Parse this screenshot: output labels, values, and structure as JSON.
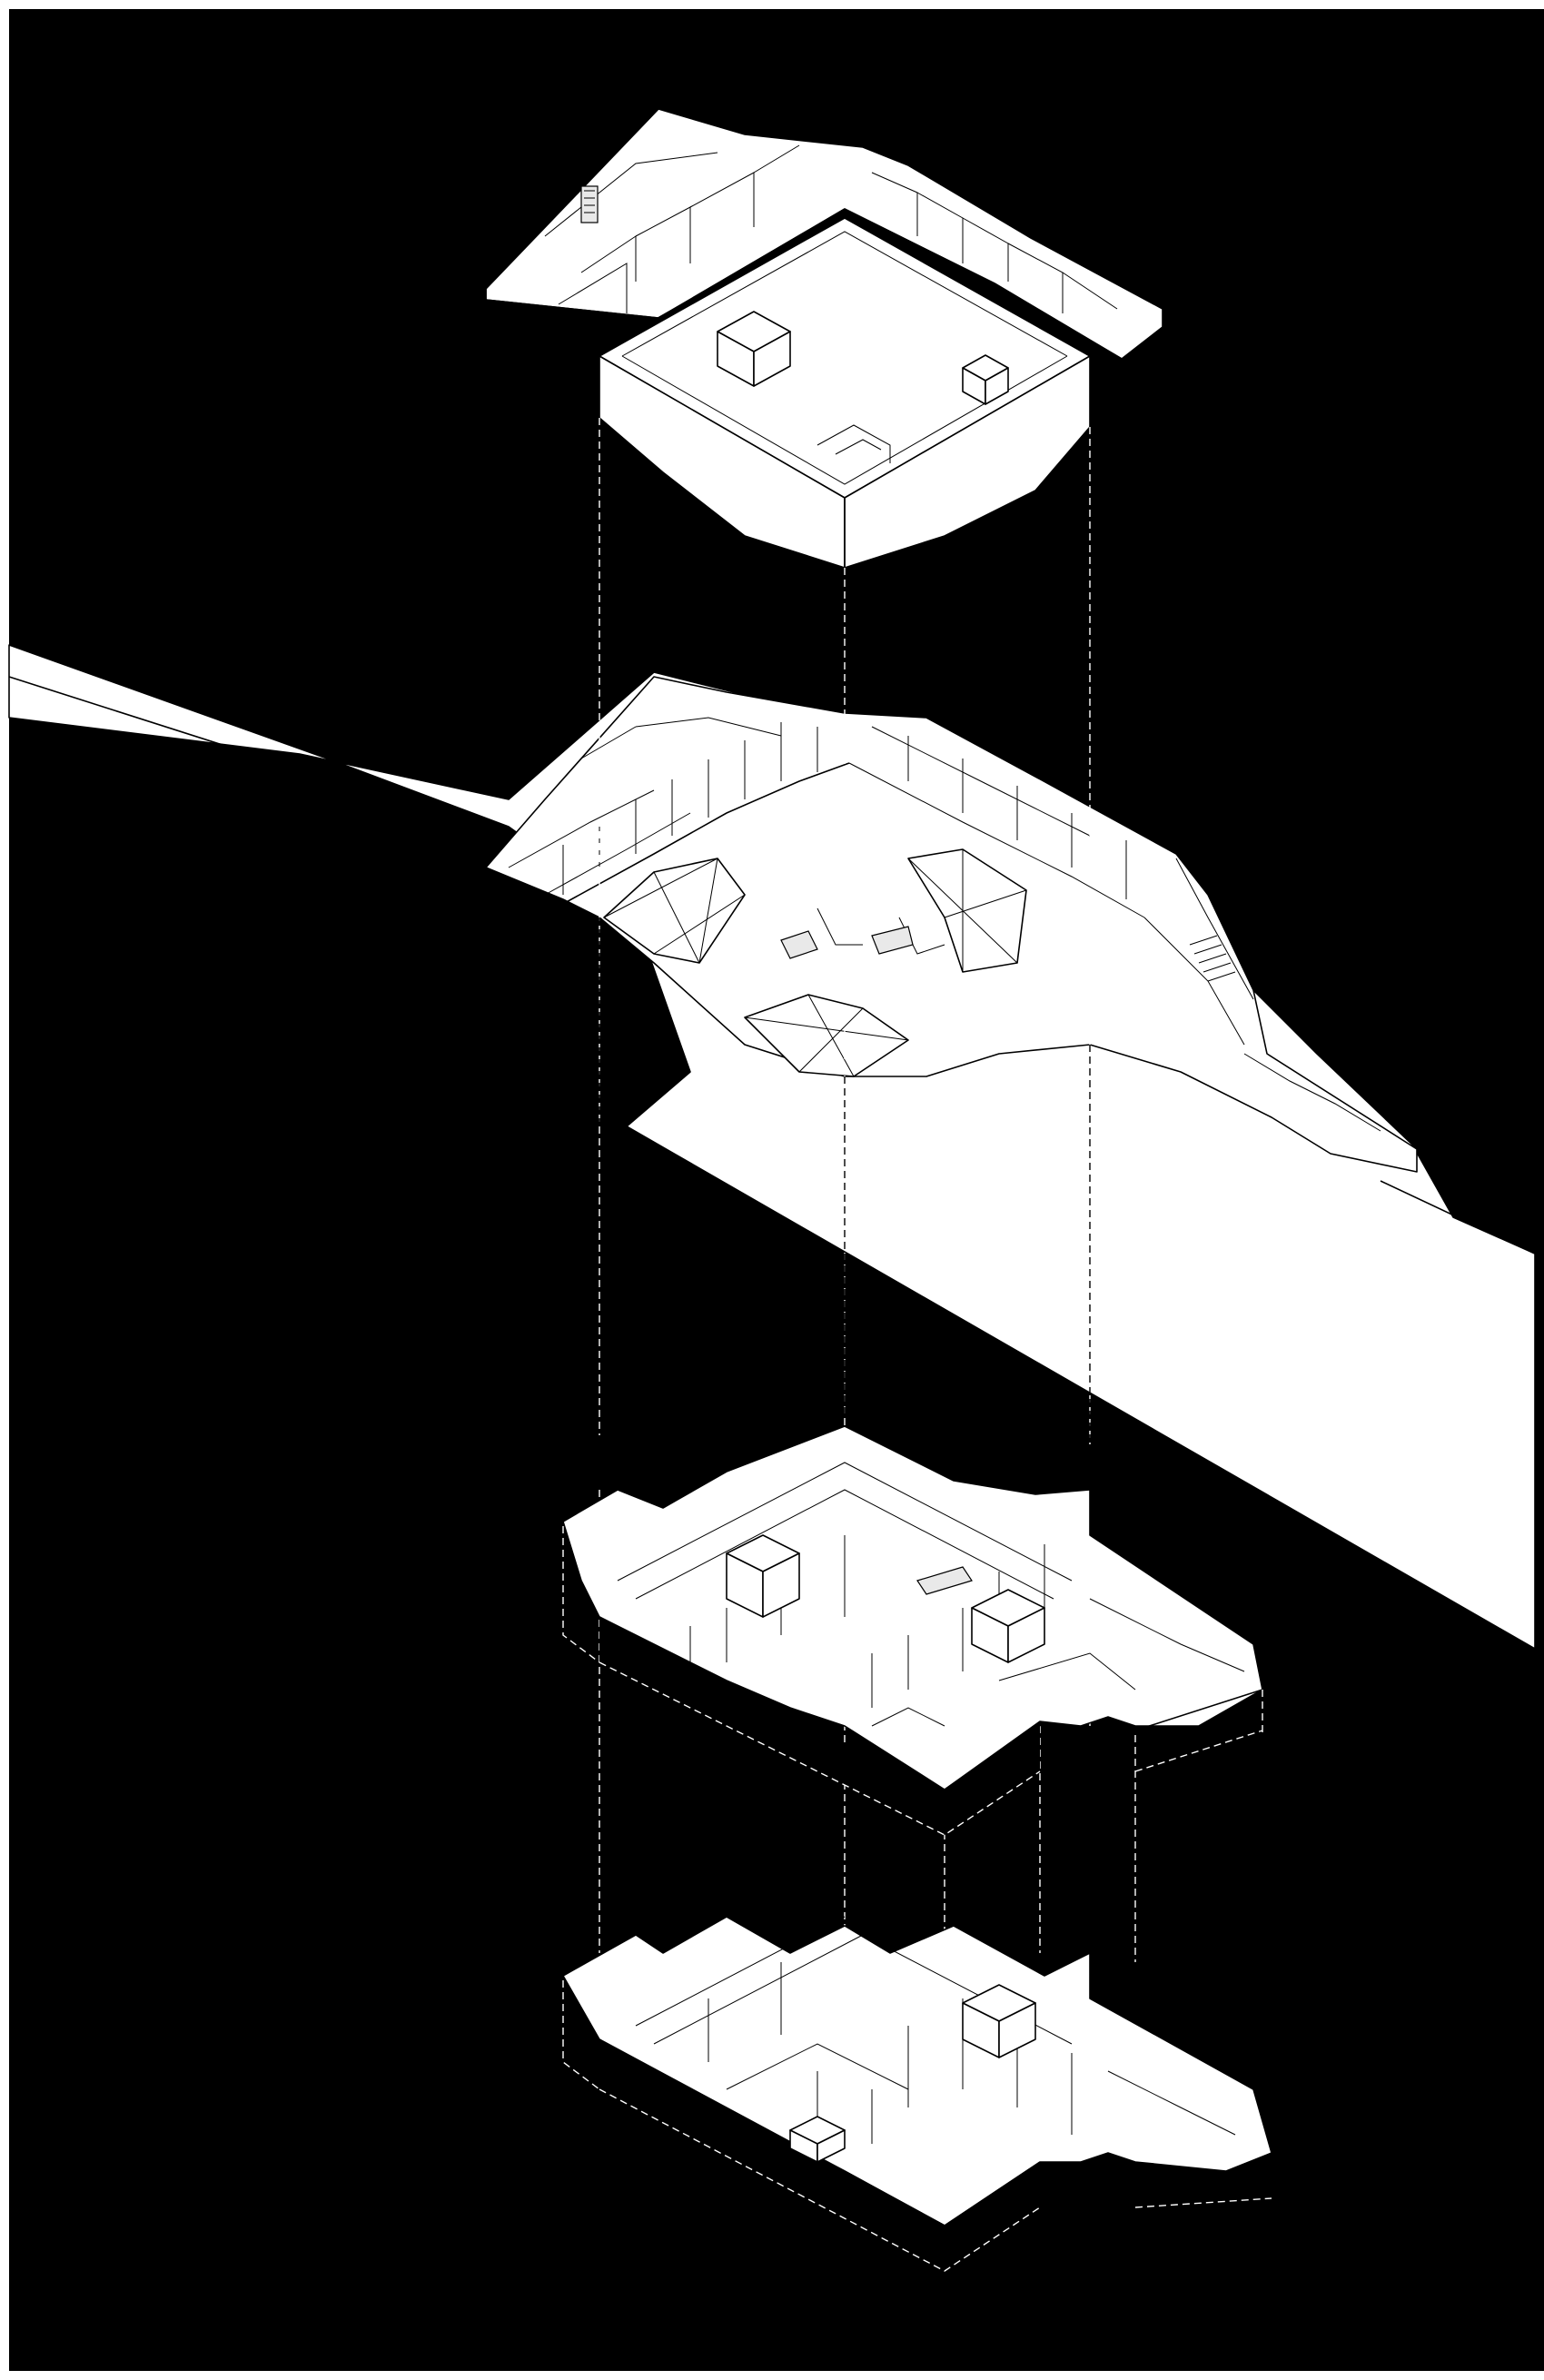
{
  "drawing": {
    "kind": "exploded axonometric",
    "background_color": "#000000",
    "line_color": "#000000",
    "surface_color": "#ffffff",
    "levels": [
      {
        "id": "roof-level",
        "order": 1
      },
      {
        "id": "ground-level",
        "order": 2
      },
      {
        "id": "basement-level-1",
        "order": 3
      },
      {
        "id": "basement-level-2",
        "order": 4
      }
    ],
    "labels": []
  }
}
